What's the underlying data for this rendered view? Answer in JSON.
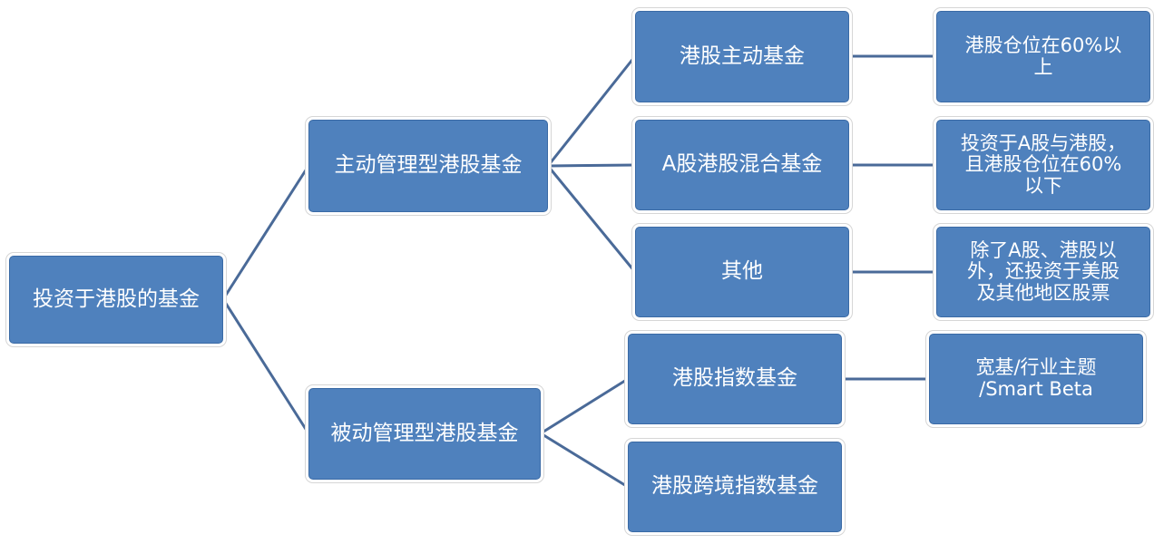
{
  "colors": {
    "node_fill": "#4f81bd",
    "node_border": "#3a6aa5",
    "connector": "#4a6a98",
    "text": "#ffffff"
  },
  "nodes": {
    "root": "投资于港股的基金",
    "active": "主动管理型港股基金",
    "passive": "被动管理型港股基金",
    "hk_active": "港股主动基金",
    "a_hk_mixed": "A股港股混合基金",
    "other": "其他",
    "hk_index": "港股指数基金",
    "hk_cross_index": "港股跨境指数基金",
    "desc_hk_active": [
      "港股仓位在60%以",
      "上"
    ],
    "desc_a_hk_mixed": [
      "投资于A股与港股，",
      "且港股仓位在60%",
      "以下"
    ],
    "desc_other": [
      "除了A股、港股以",
      "外，还投资于美股",
      "及其他地区股票"
    ],
    "desc_hk_index": [
      "宽基/行业主题",
      "/Smart Beta"
    ]
  }
}
